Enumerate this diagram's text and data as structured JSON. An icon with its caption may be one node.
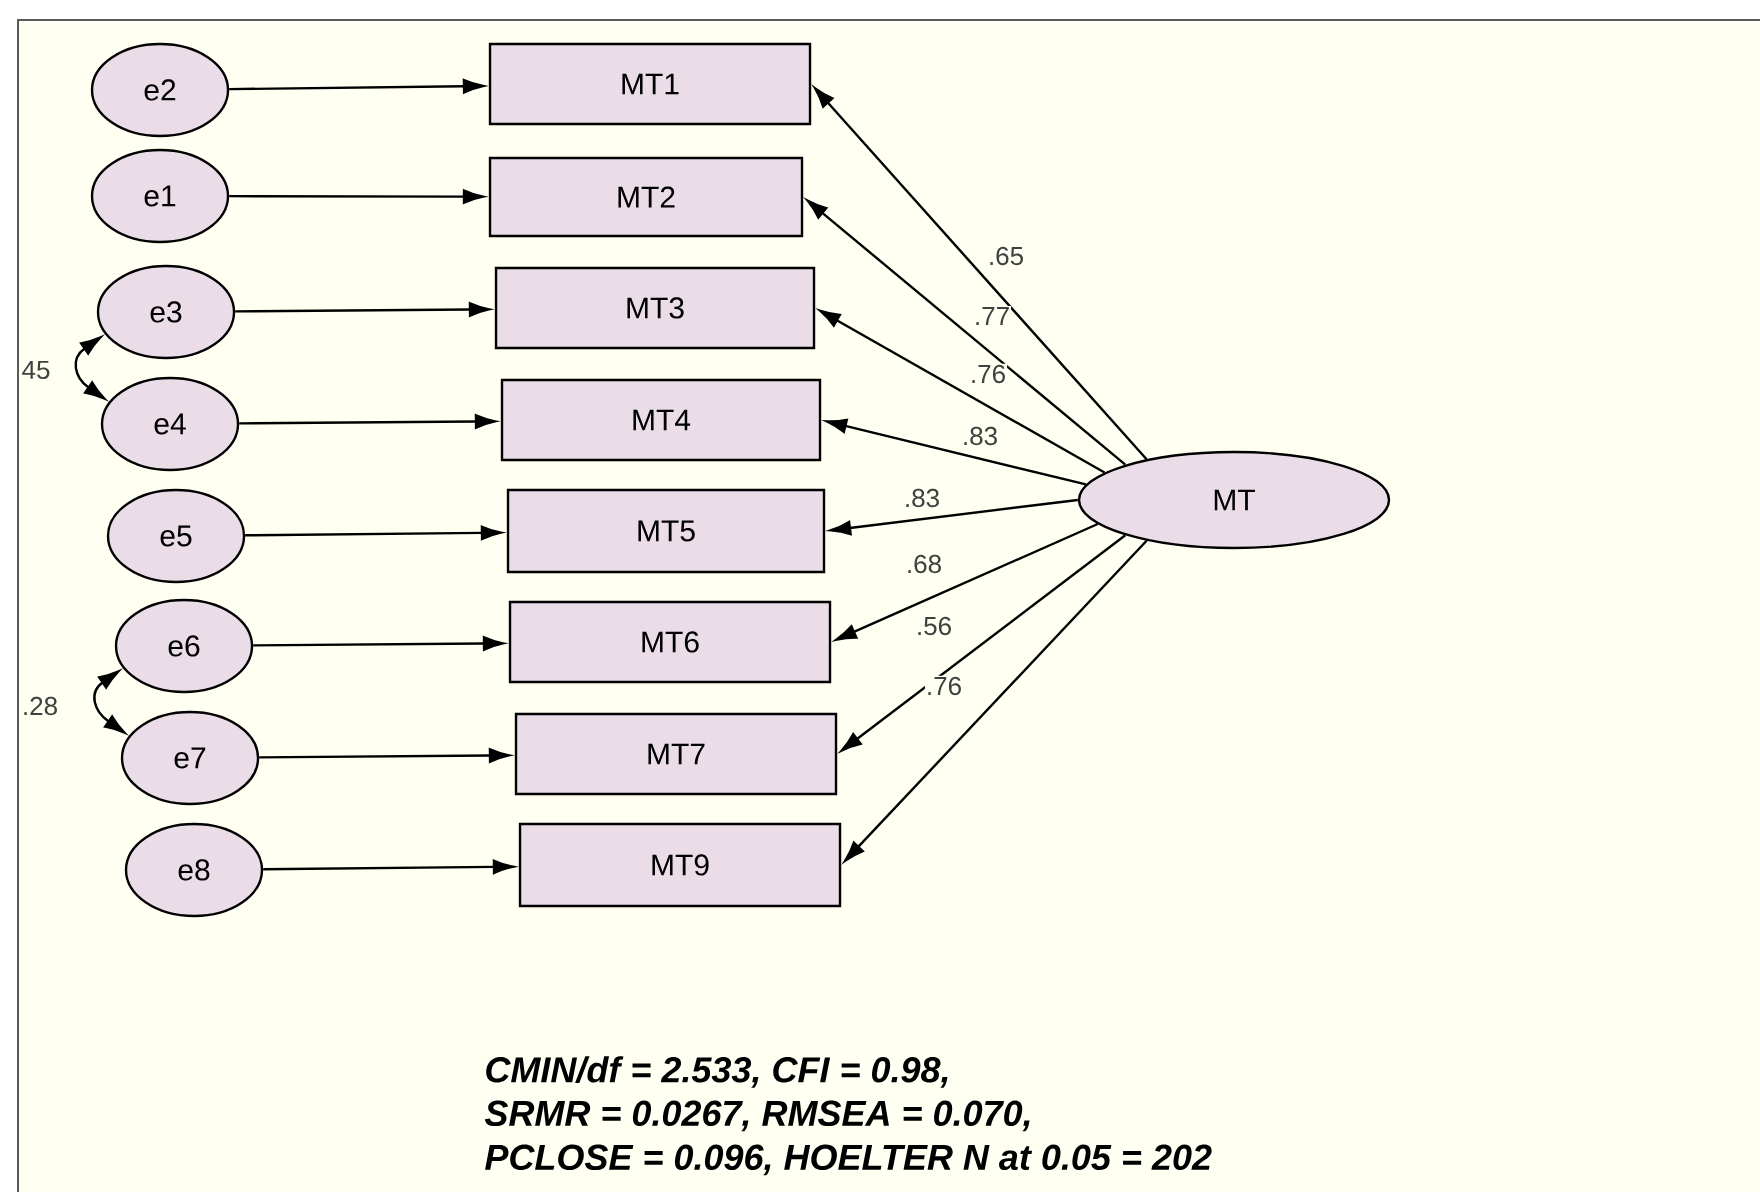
{
  "diagram": {
    "nodes": [
      {
        "text": [
          "e2"
        ]
      },
      {
        "text": [
          "e1"
        ]
      },
      {
        "text": [
          "e3"
        ]
      },
      {
        "text": [
          "e4"
        ]
      },
      {
        "text": [
          "e5"
        ]
      },
      {
        "text": [
          "e6"
        ]
      },
      {
        "text": [
          "e7"
        ]
      },
      {
        "text": [
          "e8"
        ]
      },
      {
        "text": [
          "MT1"
        ]
      },
      {
        "text": [
          "MT2"
        ]
      },
      {
        "text": [
          "MT3"
        ]
      },
      {
        "text": [
          "MT4"
        ]
      },
      {
        "text": [
          "MT5"
        ]
      },
      {
        "text": [
          "MT6"
        ]
      },
      {
        "text": [
          "MT7"
        ]
      },
      {
        "text": [
          "MT9"
        ]
      },
      {
        "text": [
          "MT"
        ]
      }
    ],
    "edges": [
      {
        "from": 0,
        "to": 8,
        "arrow": "to"
      },
      {
        "from": 1,
        "to": 9,
        "arrow": "to"
      },
      {
        "from": 2,
        "to": 10,
        "arrow": "to"
      },
      {
        "from": 3,
        "to": 11,
        "arrow": "to"
      },
      {
        "from": 4,
        "to": 12,
        "arrow": "to"
      },
      {
        "from": 5,
        "to": 13,
        "arrow": "to"
      },
      {
        "from": 6,
        "to": 14,
        "arrow": "to"
      },
      {
        "from": 7,
        "to": 15,
        "arrow": "to"
      },
      {
        "from": 16,
        "to": 8,
        "arrow": "to",
        "label": ".65"
      },
      {
        "from": 16,
        "to": 9,
        "arrow": "to",
        "label": ".77"
      },
      {
        "from": 16,
        "to": 10,
        "arrow": "to",
        "label": ".76"
      },
      {
        "from": 16,
        "to": 11,
        "arrow": "to",
        "label": ".83"
      },
      {
        "from": 16,
        "to": 12,
        "arrow": "to",
        "label": ".83"
      },
      {
        "from": 16,
        "to": 13,
        "arrow": "to",
        "label": ".68"
      },
      {
        "from": 16,
        "to": 14,
        "arrow": "to",
        "label": ".56"
      },
      {
        "from": 16,
        "to": 15,
        "arrow": "to",
        "label": ".76"
      },
      {
        "from": 2,
        "to": 3,
        "arrow": "both",
        "label": "45"
      },
      {
        "from": 5,
        "to": 6,
        "arrow": "both",
        "label": ".28"
      }
    ],
    "labels": [
      "CMIN/df = 2.533, CFI = 0.98,",
      "SRMR = 0.0267, RMSEA = 0.070,",
      "PCLOSE = 0.096, HOELTER N at 0.05 = 202"
    ]
  }
}
